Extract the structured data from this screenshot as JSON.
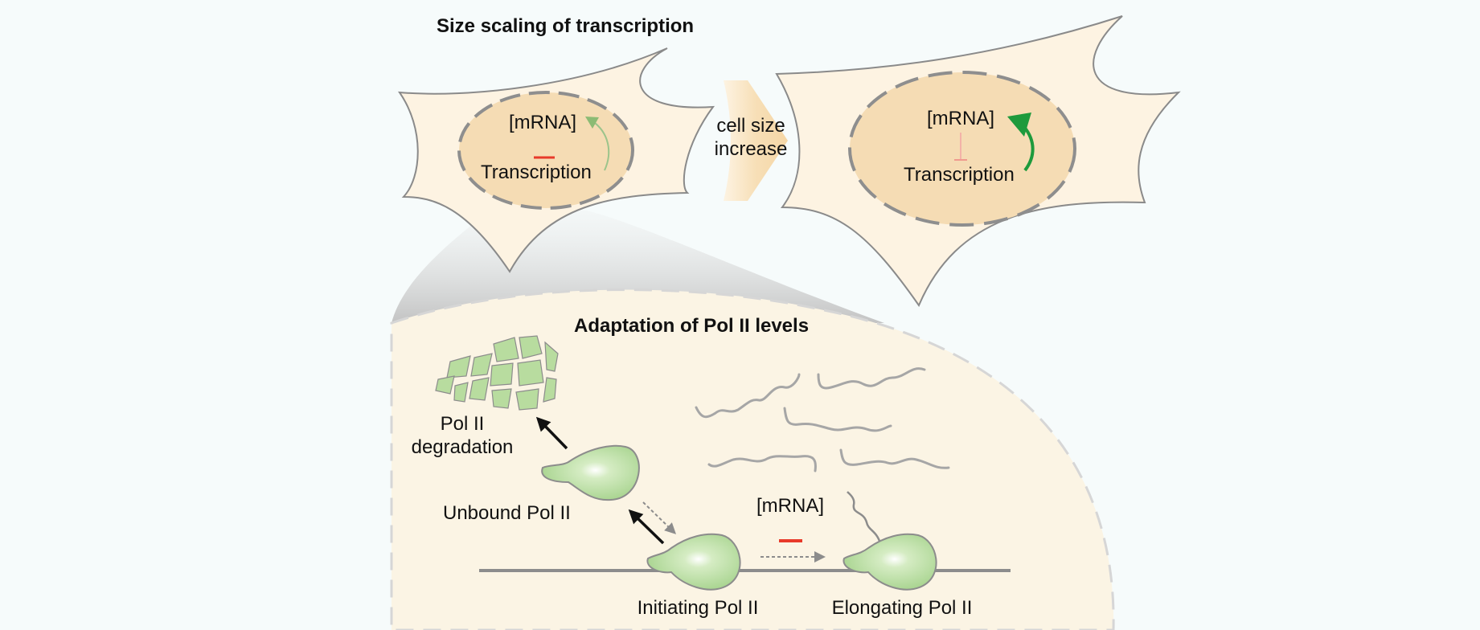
{
  "top": {
    "title": "Size scaling of transcription",
    "small_cell": {
      "mrna": "[mRNA]",
      "transcription": "Transcription"
    },
    "arrow": {
      "line1": "cell size",
      "line2": "increase"
    },
    "large_cell": {
      "mrna": "[mRNA]",
      "transcription": "Transcription"
    }
  },
  "bottom": {
    "title": "Adaptation of Pol II levels",
    "degradation_line1": "Pol II",
    "degradation_line2": "degradation",
    "unbound": "Unbound Pol II",
    "mrna": "[mRNA]",
    "initiating": "Initiating Pol II",
    "elongating": "Elongating Pol II"
  },
  "colors": {
    "cell_fill": "#fdf3e2",
    "nucleus_fill": "#f5dcb4",
    "pol2_green": "#b8dc9f",
    "activate_green": "#1e9a3c",
    "inhibit_red": "#e83a2a"
  }
}
